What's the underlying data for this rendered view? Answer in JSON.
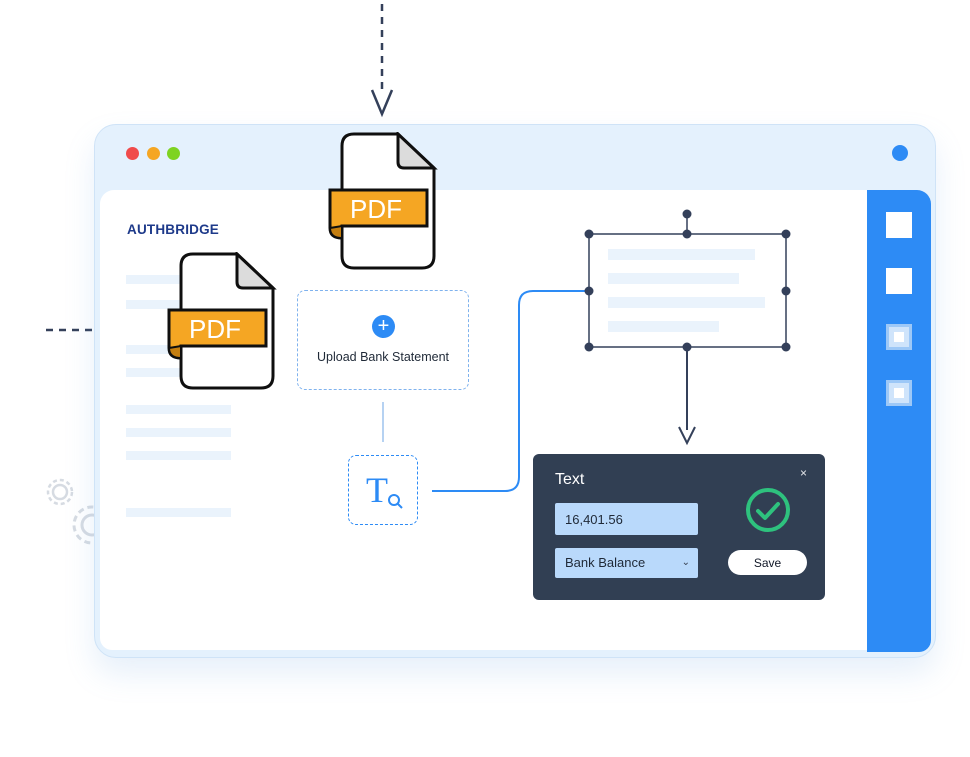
{
  "brand": {
    "logo_text": "AUTHBRIDGE"
  },
  "window": {
    "traffic_lights": [
      "#f04b4b",
      "#f5a623",
      "#7ed321"
    ],
    "status_dot_color": "#2d8bf5"
  },
  "files": [
    {
      "label": "PDF"
    },
    {
      "label": "PDF"
    }
  ],
  "upload": {
    "label": "Upload Bank Statement",
    "icon": "plus-icon"
  },
  "ocr": {
    "icon": "text-search-icon",
    "glyph": "T"
  },
  "modal": {
    "title": "Text",
    "close_glyph": "×",
    "value": "16,401.56",
    "field_select": "Bank Balance",
    "save_label": "Save",
    "status_icon": "check-circle-icon",
    "status_color": "#2ec27e"
  },
  "colors": {
    "accent": "#2d8bf5",
    "pdf_band": "#f5a623",
    "modal_bg": "#313f53"
  }
}
